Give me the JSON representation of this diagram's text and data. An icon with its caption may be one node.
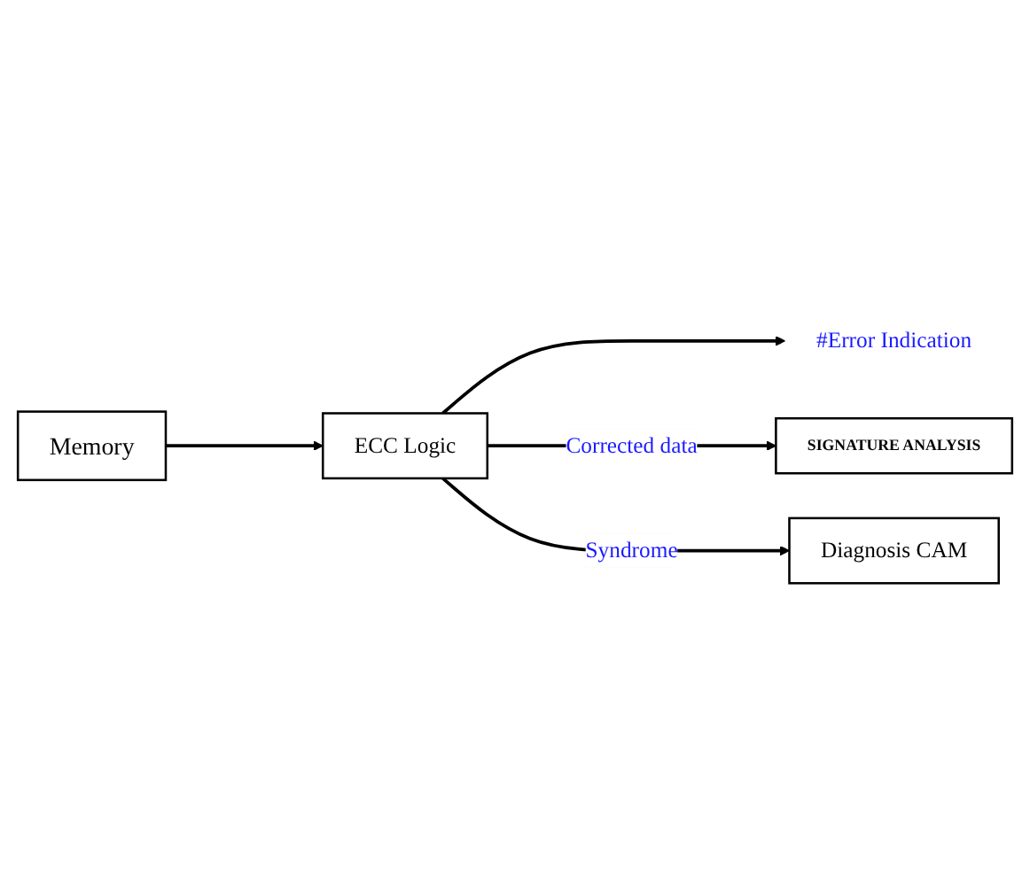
{
  "diagram": {
    "nodes": [
      {
        "text": [
          "Memory"
        ]
      },
      {
        "text": [
          "ECC Logic"
        ]
      },
      {
        "text": [
          "#Error Indication"
        ]
      },
      {
        "text": [
          "SIGNATURE ANALYSIS"
        ]
      },
      {
        "text": [
          "Diagnosis CAM"
        ]
      }
    ],
    "edges": [
      {
        "from": 0,
        "to": 1,
        "arrow": "to"
      },
      {
        "from": 1,
        "to": 2,
        "arrow": "to"
      },
      {
        "from": 1,
        "to": 3,
        "arrow": "to",
        "label": "Corrected data"
      },
      {
        "from": 1,
        "to": 4,
        "arrow": "to",
        "label": "Syndrome"
      }
    ]
  }
}
